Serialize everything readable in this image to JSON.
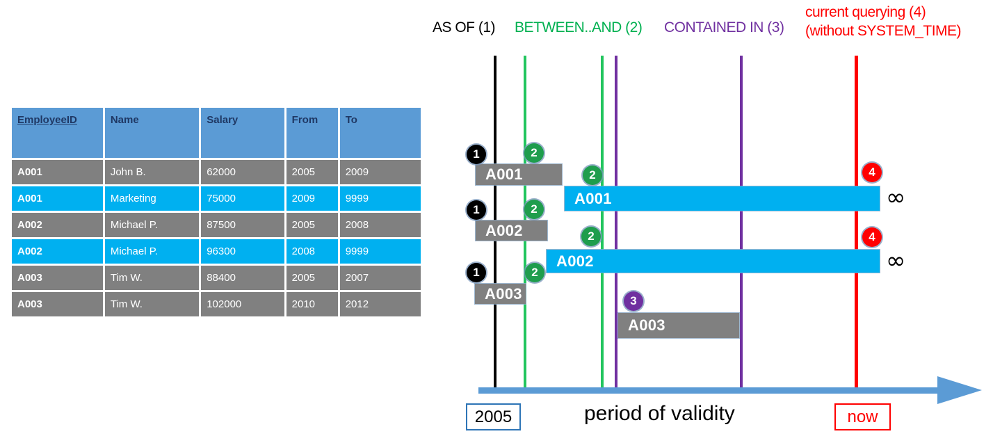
{
  "table": {
    "name": "employee-temporal-table",
    "columns": [
      "EmployeeID",
      "Name",
      "Salary",
      "From",
      "To"
    ],
    "rows": [
      {
        "id": "A001",
        "name": "John  B.",
        "salary": "62000",
        "from": "2005",
        "to": "2009",
        "state": "historical"
      },
      {
        "id": "A001",
        "name": "Marketing",
        "salary": "75000",
        "from": "2009",
        "to": "9999",
        "state": "current"
      },
      {
        "id": "A002",
        "name": "Michael P.",
        "salary": "87500",
        "from": "2005",
        "to": "2008",
        "state": "historical"
      },
      {
        "id": "A002",
        "name": "Michael P.",
        "salary": "96300",
        "from": "2008",
        "to": "9999",
        "state": "current"
      },
      {
        "id": "A003",
        "name": "Tim W.",
        "salary": "88400",
        "from": "2005",
        "to": "2007",
        "state": "historical"
      },
      {
        "id": "A003",
        "name": "Tim W.",
        "salary": "102000",
        "from": "2010",
        "to": "2012",
        "state": "historical"
      }
    ]
  },
  "legend": {
    "as_of": "AS OF (1)",
    "between_and": "BETWEEN..AND (2)",
    "contained_in": "CONTAINED IN (3)",
    "current_line1": "current querying (4)",
    "current_line2": "(without SYSTEM_TIME)"
  },
  "colors": {
    "as_of": "#000000",
    "between_and": "#00B050",
    "contained_in": "#7030A0",
    "current": "#FF0000",
    "header": "#5B9BD5",
    "historical_bar": "#808080",
    "current_bar": "#00B0F0",
    "axis": "#5B9BD5"
  },
  "timeline": {
    "bars": [
      {
        "label": "A001",
        "state": "historical"
      },
      {
        "label": "A001",
        "state": "current"
      },
      {
        "label": "A002",
        "state": "historical"
      },
      {
        "label": "A002",
        "state": "current"
      },
      {
        "label": "A003",
        "state": "historical"
      },
      {
        "label": "A003",
        "state": "historical"
      }
    ],
    "markers": [
      {
        "num": "1",
        "color": "black"
      },
      {
        "num": "2",
        "color": "green"
      },
      {
        "num": "2",
        "color": "green"
      },
      {
        "num": "1",
        "color": "black"
      },
      {
        "num": "2",
        "color": "green"
      },
      {
        "num": "2",
        "color": "green"
      },
      {
        "num": "1",
        "color": "black"
      },
      {
        "num": "2",
        "color": "green"
      },
      {
        "num": "3",
        "color": "purple"
      },
      {
        "num": "4",
        "color": "red"
      },
      {
        "num": "4",
        "color": "red"
      }
    ],
    "infinity_symbol": "∞",
    "axis_start_label": "2005",
    "axis_end_label": "now",
    "axis_title": "period of validity"
  }
}
